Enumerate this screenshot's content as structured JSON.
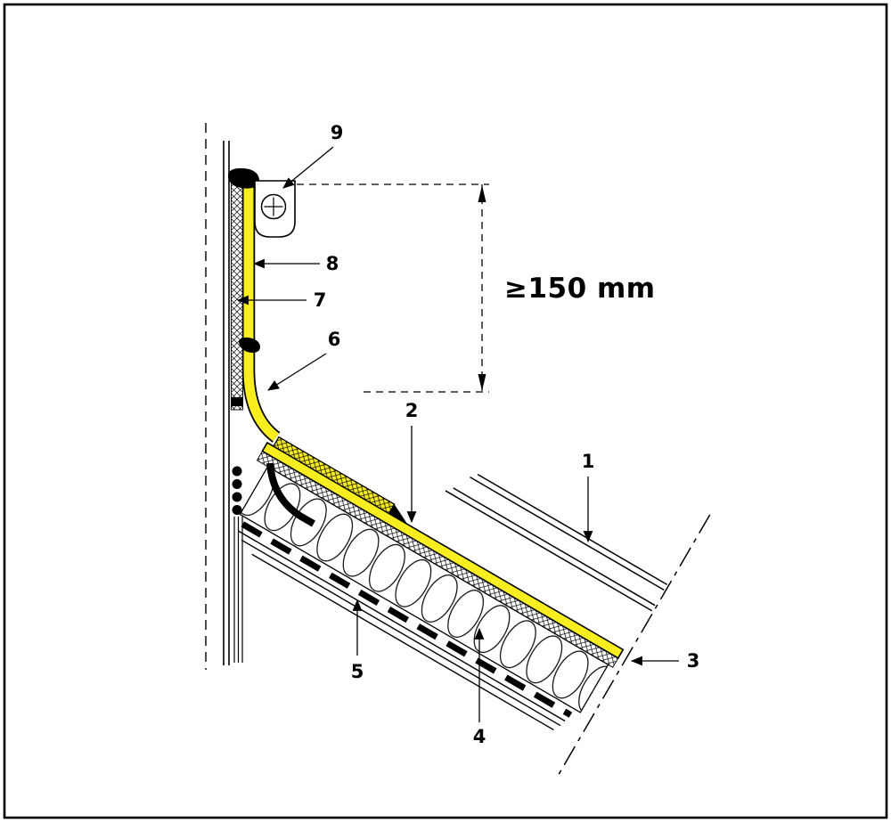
{
  "figure": {
    "kind": "construction-detail-drawing",
    "dimension": {
      "label": "≥150 mm"
    },
    "callouts": {
      "c1": "1",
      "c2": "2",
      "c3": "3",
      "c4": "4",
      "c5": "5",
      "c6": "6",
      "c7": "7",
      "c8": "8",
      "c9": "9"
    },
    "colors": {
      "membrane_yellow": "#f8ed1e",
      "line_black": "#000000",
      "background_white": "#ffffff"
    }
  }
}
